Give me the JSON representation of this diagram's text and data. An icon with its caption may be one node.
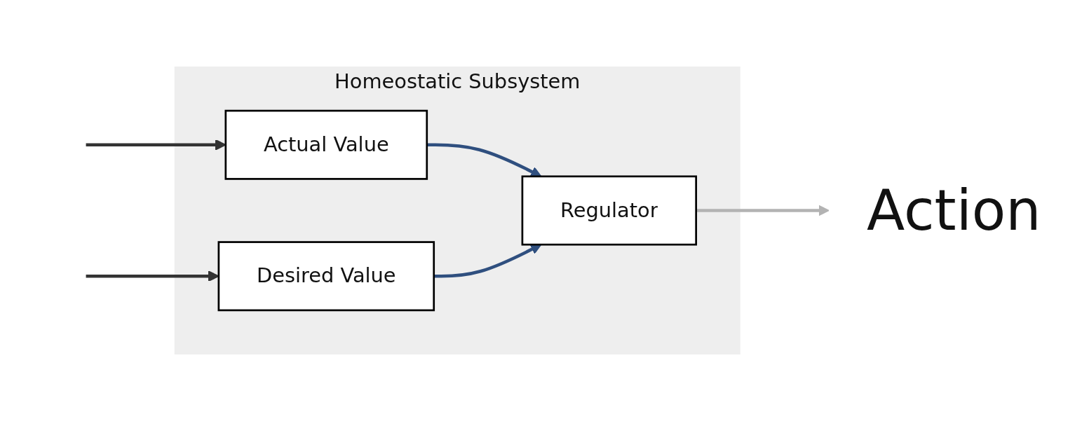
{
  "diagram": {
    "nodes": [
      {
        "text": [
          "Homeostatic Subsystem"
        ]
      },
      {
        "text": [
          "Actual Value"
        ],
        "in": 0
      },
      {
        "text": [
          "Desired Value"
        ],
        "in": 0
      },
      {
        "text": [
          "Regulator"
        ],
        "in": 0
      },
      {
        "text": [
          "Action"
        ]
      }
    ],
    "edges": [
      {
        "from": null,
        "to": 1,
        "arrow": "to",
        "color": "#333333"
      },
      {
        "from": null,
        "to": 2,
        "arrow": "to",
        "color": "#333333"
      },
      {
        "from": 1,
        "to": 3,
        "arrow": "to",
        "color": "#2f4f7f"
      },
      {
        "from": 2,
        "to": 3,
        "arrow": "to",
        "color": "#2f4f7f"
      },
      {
        "from": 3,
        "to": 4,
        "arrow": "to",
        "color": "#b3b3b3"
      }
    ]
  }
}
